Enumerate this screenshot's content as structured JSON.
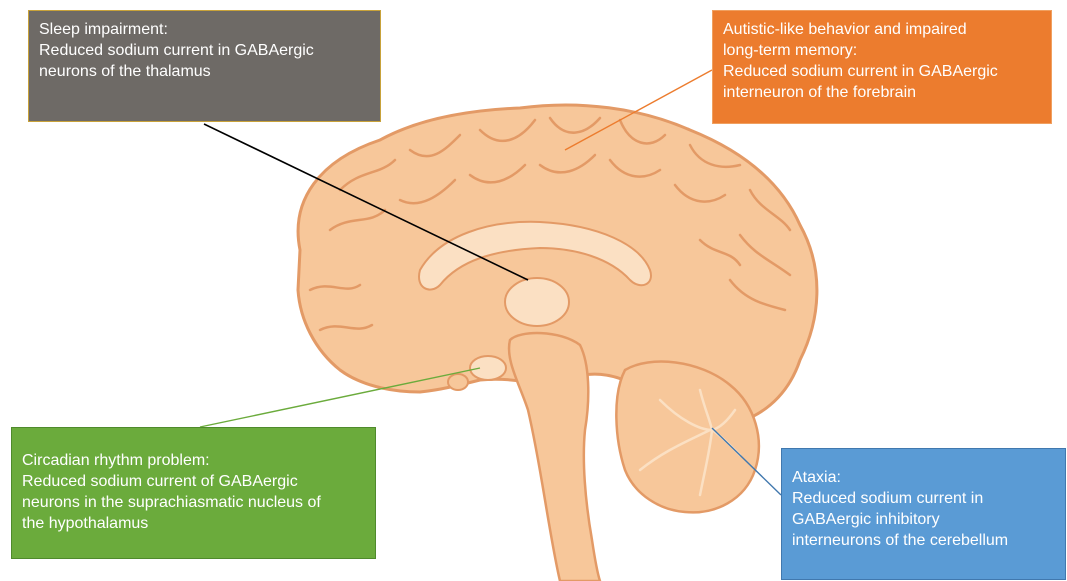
{
  "colors": {
    "sleep_box": "#6e6a66",
    "autism_box": "#ec7c2e",
    "circadian_box": "#6bab3c",
    "ataxia_box": "#5a9bd5",
    "brain_fill": "#f7c79a",
    "brain_outline": "#e39a66"
  },
  "annotations": {
    "sleep": {
      "title": "Sleep impairment:",
      "body_line1": "Reduced sodium current in GABAergic",
      "body_line2": "neurons of the thalamus"
    },
    "autism": {
      "title_line1": "Autistic-like behavior and impaired",
      "title_line2": "long-term memory:",
      "body_line1": "Reduced sodium current in GABAergic",
      "body_line2": "interneuron of the forebrain"
    },
    "circadian": {
      "title": "Circadian rhythm problem:",
      "body_line1": "Reduced sodium current of GABAergic",
      "body_line2": "neurons in the suprachiasmatic nucleus of",
      "body_line3": "the hypothalamus"
    },
    "ataxia": {
      "title": "Ataxia:",
      "body_line1": "Reduced sodium current in",
      "body_line2": "GABAergic inhibitory",
      "body_line3": "interneurons of the cerebellum"
    }
  }
}
